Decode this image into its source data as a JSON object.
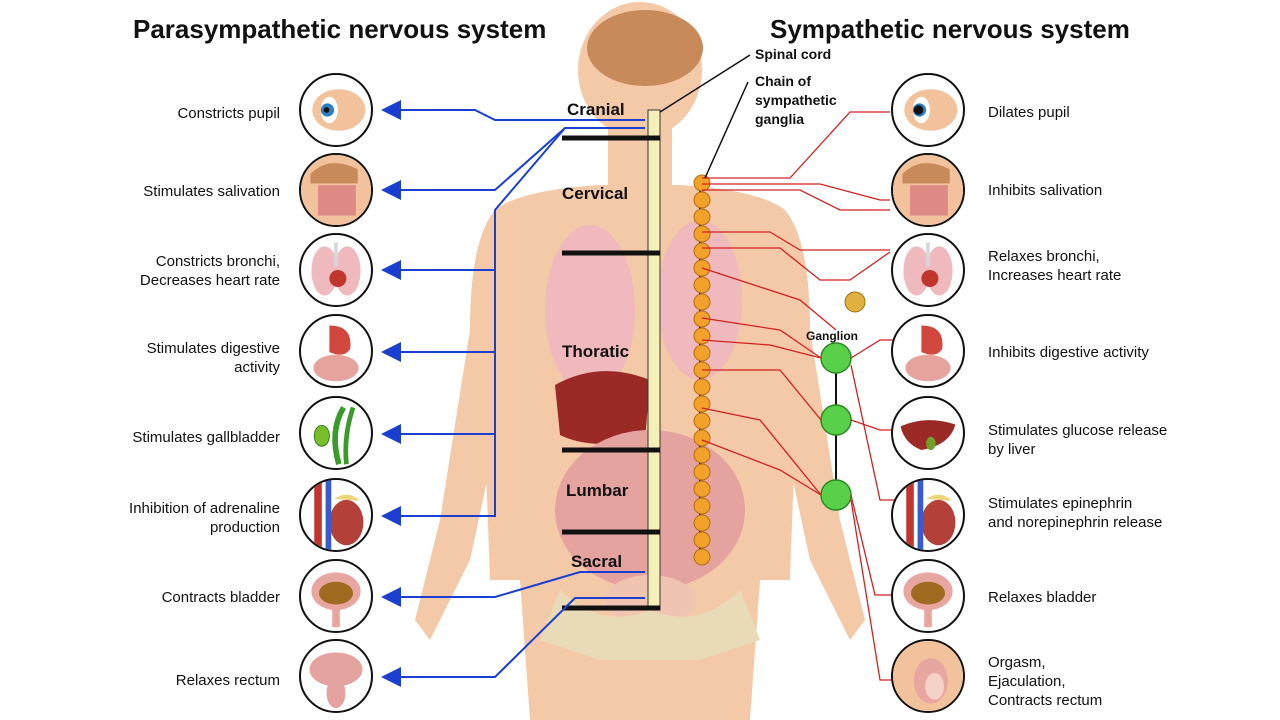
{
  "titles": {
    "parasympathetic": "Parasympathetic nervous system",
    "sympathetic": "Sympathetic nervous system"
  },
  "regions": {
    "cranial": "Cranial",
    "cervical": "Cervical",
    "thoratic": "Thoratic",
    "lumbar": "Lumbar",
    "sacral": "Sacral"
  },
  "annotations": {
    "spinal_cord": "Spinal cord",
    "chain_line1": "Chain of",
    "chain_line2": "sympathetic",
    "chain_line3": "ganglia",
    "ganglion": "Ganglion"
  },
  "parasympathetic_effects": [
    {
      "line1": "Constricts pupil",
      "line2": "",
      "organ": "eye-icon"
    },
    {
      "line1": "Stimulates salivation",
      "line2": "",
      "organ": "salivary-head-icon"
    },
    {
      "line1": "Constricts bronchi,",
      "line2": "Decreases heart rate",
      "organ": "lungs-heart-icon"
    },
    {
      "line1": "Stimulates digestive",
      "line2": "activity",
      "organ": "stomach-icon"
    },
    {
      "line1": "Stimulates gallbladder",
      "line2": "",
      "organ": "gallbladder-icon"
    },
    {
      "line1": "Inhibition of adrenaline",
      "line2": "production",
      "organ": "adrenal-kidney-icon"
    },
    {
      "line1": "Contracts bladder",
      "line2": "",
      "organ": "bladder-icon"
    },
    {
      "line1": "Relaxes rectum",
      "line2": "",
      "organ": "rectum-icon"
    }
  ],
  "sympathetic_effects": [
    {
      "line1": "Dilates pupil",
      "line2": "",
      "line3": "",
      "organ": "eye-icon"
    },
    {
      "line1": "Inhibits salivation",
      "line2": "",
      "line3": "",
      "organ": "salivary-head-icon"
    },
    {
      "line1": "Relaxes bronchi,",
      "line2": "Increases heart rate",
      "line3": "",
      "organ": "lungs-heart-icon"
    },
    {
      "line1": "Inhibits digestive activity",
      "line2": "",
      "line3": "",
      "organ": "stomach-icon"
    },
    {
      "line1": "Stimulates glucose release",
      "line2": "by liver",
      "line3": "",
      "organ": "liver-icon"
    },
    {
      "line1": "Stimulates epinephrin",
      "line2": "and norepinephrin release",
      "line3": "",
      "organ": "adrenal-kidney-icon"
    },
    {
      "line1": "Relaxes bladder",
      "line2": "",
      "line3": "",
      "organ": "bladder-icon"
    },
    {
      "line1": "Orgasm,",
      "line2": "Ejaculation,",
      "line3": "Contracts rectum",
      "organ": "genital-icon"
    }
  ],
  "colors": {
    "parasympathetic_line": "#1a3fd1",
    "sympathetic_line": "#d42020",
    "ganglion": "#59d04a",
    "chain_ganglia": "#f2a12a",
    "skin": "#f4c9a8"
  }
}
